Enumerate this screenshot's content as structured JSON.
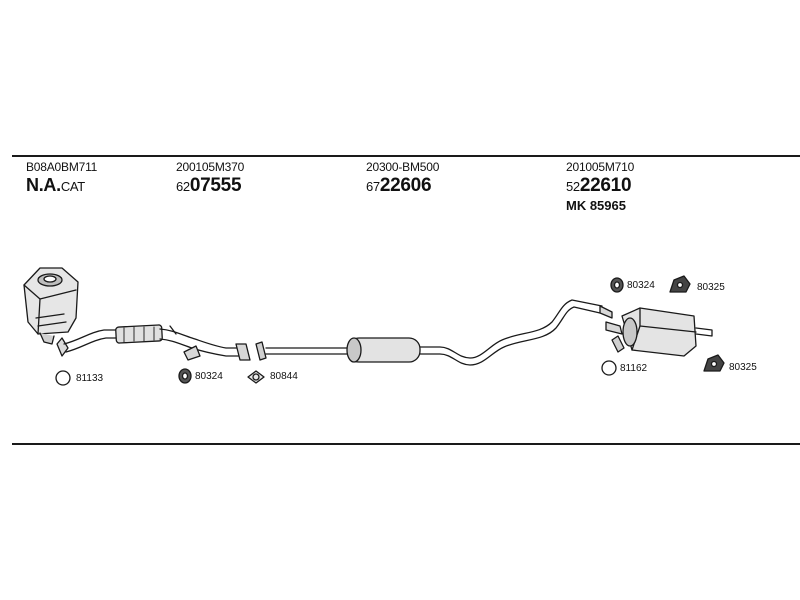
{
  "parts": [
    {
      "oem": "B08A0BM711",
      "label_bold": "N.A.",
      "label_small": "CAT"
    },
    {
      "oem": "200105M370",
      "num_prefix": "62",
      "num_main": "07555"
    },
    {
      "oem": "20300-BM500",
      "num_prefix": "67",
      "num_main": "22606"
    },
    {
      "oem": "201005M710",
      "num_prefix": "52",
      "num_main": "22610",
      "extra": "MK  85965"
    }
  ],
  "accessories": {
    "a81133": "81133",
    "a80324_left": "80324",
    "a80844": "80844",
    "a80324_right": "80324",
    "a80325_top": "80325",
    "a81162": "81162",
    "a80325_bottom": "80325"
  },
  "colors": {
    "line": "#1a1a1a",
    "pipe_fill": "#e8e8e8",
    "pipe_dark": "#bdbdbd"
  }
}
